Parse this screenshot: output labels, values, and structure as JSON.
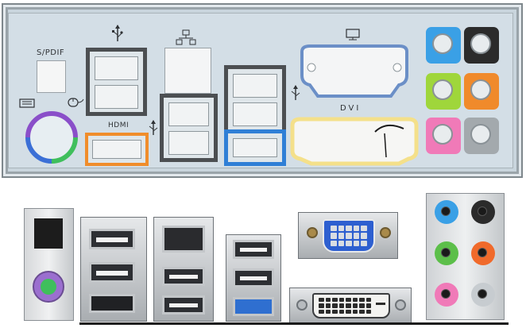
{
  "shield": {
    "labels": {
      "spdif": "S/PDIF",
      "hdmi": "HDMI",
      "dvi": "DVI"
    }
  },
  "colors": {
    "hdmi_frame": "#f08d2b",
    "usb3_frame": "#2f7fd6",
    "dvi_frame": "#f4e08a",
    "ps2_purple": "#8a4fc9",
    "ps2_green": "#3fbf5c",
    "ps2_blue": "#3b6fd6",
    "audio_blue": "#3aa0e6",
    "audio_green": "#9fd63b",
    "audio_pink": "#f07ab8",
    "audio_orange": "#f08a2b",
    "audio_black": "#2b2b2b",
    "audio_grey": "#a3a9ad"
  },
  "icons": [
    "usb-icon",
    "network-icon",
    "monitor-icon",
    "keyboard-icon",
    "mouse-icon"
  ]
}
